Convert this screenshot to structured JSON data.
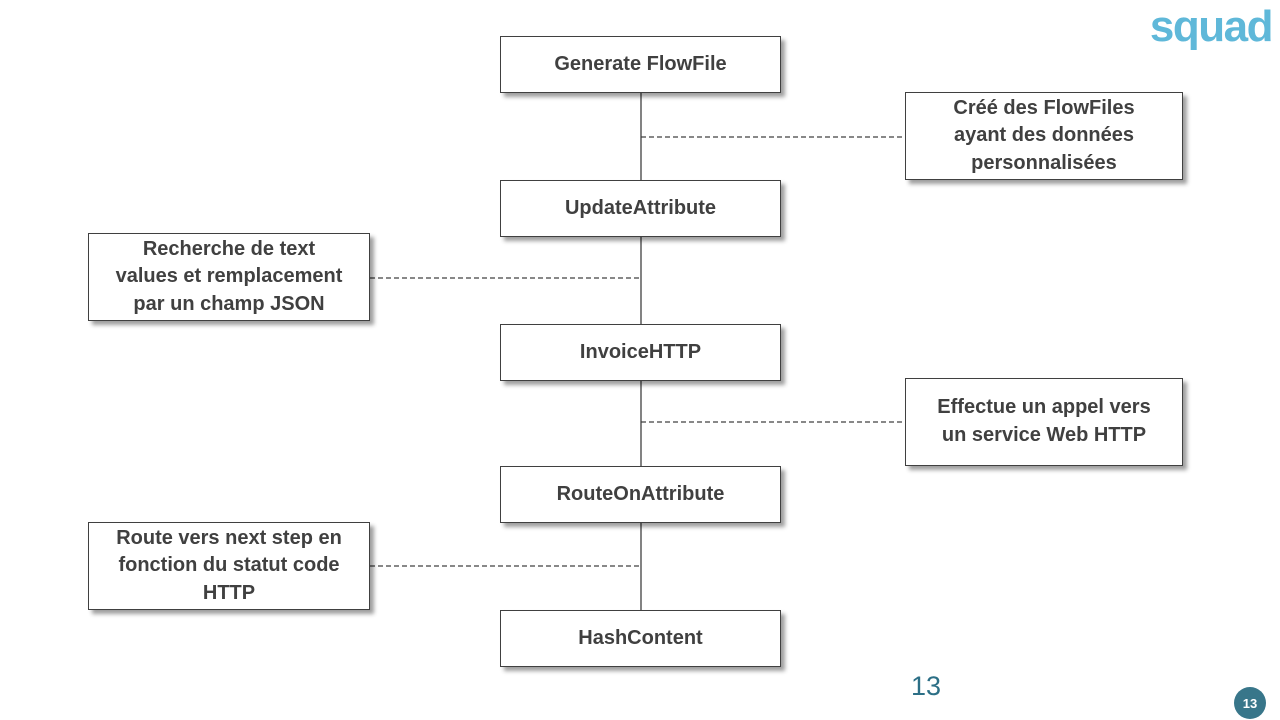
{
  "logo": {
    "text": "squad",
    "color": "#5fb8d9"
  },
  "footer": {
    "page_number": "13",
    "badge": "13",
    "badge_color": "#38768a",
    "page_number_color": "#2c6f86"
  },
  "colors": {
    "box_border": "#404040",
    "box_text": "#404040",
    "connector": "#404040"
  },
  "flow": {
    "nodes": [
      {
        "label": "Generate FlowFile"
      },
      {
        "label": "UpdateAttribute"
      },
      {
        "label": "InvoiceHTTP"
      },
      {
        "label": "RouteOnAttribute"
      },
      {
        "label": "HashContent"
      }
    ],
    "annotations": [
      {
        "side": "right",
        "lines": [
          "Créé des FlowFiles",
          "ayant des données",
          "personnalisées"
        ]
      },
      {
        "side": "left",
        "lines": [
          "Recherche de text",
          "values et remplacement",
          "par un champ JSON"
        ]
      },
      {
        "side": "right",
        "lines": [
          "Effectue un appel vers",
          "un service Web HTTP"
        ]
      },
      {
        "side": "left",
        "lines": [
          "Route vers next step en",
          "fonction du statut code",
          "HTTP"
        ]
      }
    ]
  }
}
